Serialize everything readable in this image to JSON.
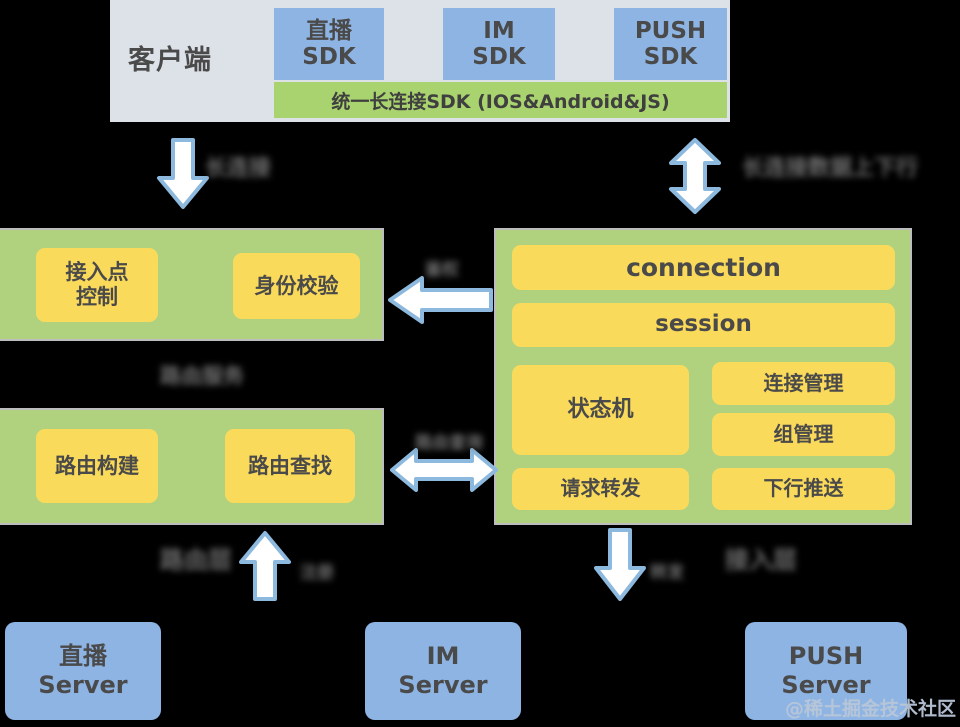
{
  "diagram": {
    "title_section": {
      "client_label": "客户端",
      "unified_sdk_label": "统一长连接SDK (IOS&Android&JS)",
      "sdks": [
        {
          "name_cn": "直播",
          "name_en": "SDK"
        },
        {
          "name_cn": "IM",
          "name_en": "SDK"
        },
        {
          "name_cn": "PUSH",
          "name_en": "SDK"
        }
      ]
    },
    "access_panel": {
      "boxes": [
        {
          "label": "接入点\n控制"
        },
        {
          "label": "身份校验"
        }
      ]
    },
    "route_panel": {
      "boxes": [
        {
          "label": "路由构建"
        },
        {
          "label": "路由查找"
        }
      ]
    },
    "connection_panel": {
      "boxes": [
        {
          "label": "connection"
        },
        {
          "label": "session"
        },
        {
          "label": "状态机"
        },
        {
          "label": "请求转发"
        },
        {
          "label": "连接管理"
        },
        {
          "label": "组管理"
        },
        {
          "label": "下行推送"
        }
      ]
    },
    "servers": [
      {
        "name_cn": "直播",
        "name_en": "Server"
      },
      {
        "name_cn": "IM",
        "name_en": "Server"
      },
      {
        "name_cn": "PUSH",
        "name_en": "Server"
      }
    ],
    "annotations": [
      {
        "id": "client-to-access",
        "text": "长连接"
      },
      {
        "id": "client-to-connection",
        "text": "长连接数据上下行"
      },
      {
        "id": "connection-to-access",
        "text": "鉴权"
      },
      {
        "id": "access-route-divider",
        "text": "路由服务"
      },
      {
        "id": "route-to-connection",
        "text": "路由查询"
      },
      {
        "id": "route-panel-name",
        "text": "路由层"
      },
      {
        "id": "server-to-route",
        "text": "注册"
      },
      {
        "id": "connection-to-server",
        "text": "转发"
      },
      {
        "id": "connection-panel-name",
        "text": "接入层"
      }
    ],
    "watermark": "@稀土掘金技术社区",
    "colors": {
      "sdk_blue": "#8eb4e3",
      "panel_green": "#b0d27f",
      "unified_green": "#a9d36f",
      "box_yellow": "#fada5a",
      "client_band": "#dde2e8",
      "arrow_fill": "#ffffff",
      "arrow_stroke": "#8cb9dd",
      "text_dark": "#4a4a4a",
      "background": "#000000"
    }
  }
}
